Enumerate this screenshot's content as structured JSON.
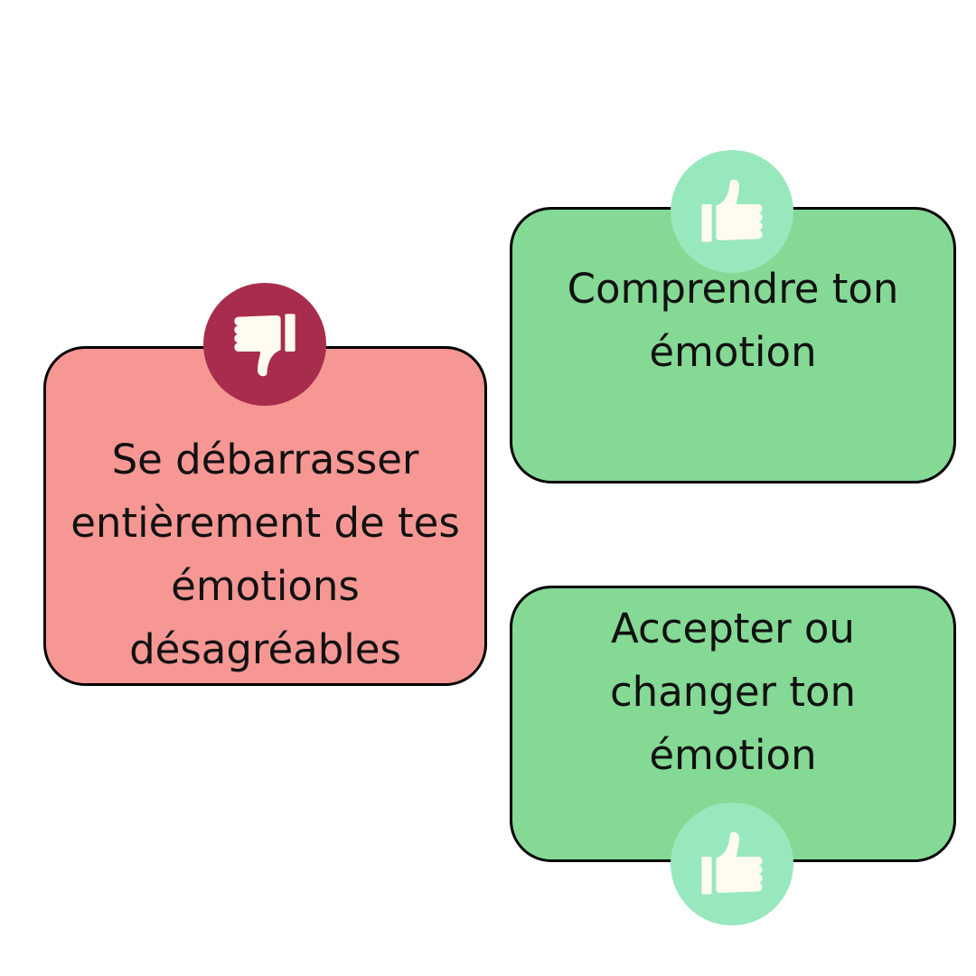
{
  "colors": {
    "negative_card": "#f69794",
    "negative_badge": "#a82d4c",
    "positive_card": "#84d994",
    "positive_badge": "#98e8bd",
    "icon_fill": "#fffbee"
  },
  "cards": [
    {
      "id": "negative",
      "icon": "thumbs-down-icon",
      "text": "Se débarrasser\nentièrement de tes\némotions\ndésagréables"
    },
    {
      "id": "positive-1",
      "icon": "thumbs-up-icon",
      "text": "Comprendre ton\némotion"
    },
    {
      "id": "positive-2",
      "icon": "thumbs-up-icon",
      "text": "Accepter ou\nchanger ton\némotion"
    }
  ]
}
